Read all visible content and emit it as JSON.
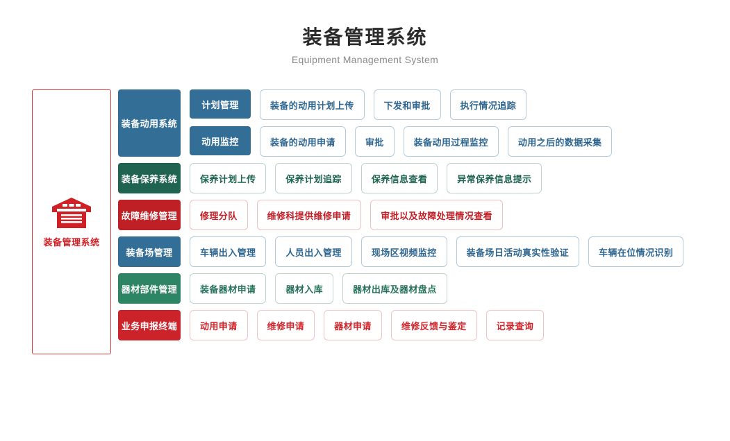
{
  "header": {
    "title_cn": "装备管理系统",
    "title_en": "Equipment Management System"
  },
  "hero": {
    "icon": "warehouse-icon",
    "label": "装备管理系统",
    "border_color": "#d9363e",
    "text_color": "#cf2026"
  },
  "colors": {
    "blue": "#336e96",
    "green": "#1f6350",
    "teal": "#2d8566",
    "red": "#be2026",
    "red_bright": "#cc2229",
    "leaf_border_blue": "#b3cbdf",
    "leaf_bg": "#ffffff",
    "title_color": "#2b2b2b",
    "subtitle_color": "#8a8a8a"
  },
  "rows": [
    {
      "category": "装备动用系统",
      "theme": "blue",
      "subrows": [
        {
          "subcategory": "计划管理",
          "leaves": [
            "装备的动用计划上传",
            "下发和审批",
            "执行情况追踪"
          ]
        },
        {
          "subcategory": "动用监控",
          "leaves": [
            "装备的动用申请",
            "审批",
            "装备动用过程监控",
            "动用之后的数据采集"
          ]
        }
      ]
    },
    {
      "category": "装备保养系统",
      "theme": "green",
      "subrows": [
        {
          "subcategory": null,
          "leaves": [
            "保养计划上传",
            "保养计划追踪",
            "保养信息查看",
            "异常保养信息提示"
          ]
        }
      ]
    },
    {
      "category": "故障维修管理",
      "theme": "red",
      "subrows": [
        {
          "subcategory": null,
          "leaves": [
            "修理分队",
            "维修科提供维修申请",
            "审批以及故障处理情况查看"
          ]
        }
      ]
    },
    {
      "category": "装备场管理",
      "theme": "blue",
      "subrows": [
        {
          "subcategory": null,
          "leaves": [
            "车辆出入管理",
            "人员出入管理",
            "现场区视频监控",
            "装备场日活动真实性验证",
            "车辆在位情况识别"
          ]
        }
      ]
    },
    {
      "category": "器材部件管理",
      "theme": "teal",
      "subrows": [
        {
          "subcategory": null,
          "leaves": [
            "装备器材申请",
            "器材入库",
            "器材出库及器材盘点"
          ]
        }
      ]
    },
    {
      "category": "业务申报终端",
      "theme": "red2",
      "subrows": [
        {
          "subcategory": null,
          "leaves": [
            "动用申请",
            "维修申请",
            "器材申请",
            "维修反馈与鉴定",
            "记录查询"
          ]
        }
      ]
    }
  ]
}
